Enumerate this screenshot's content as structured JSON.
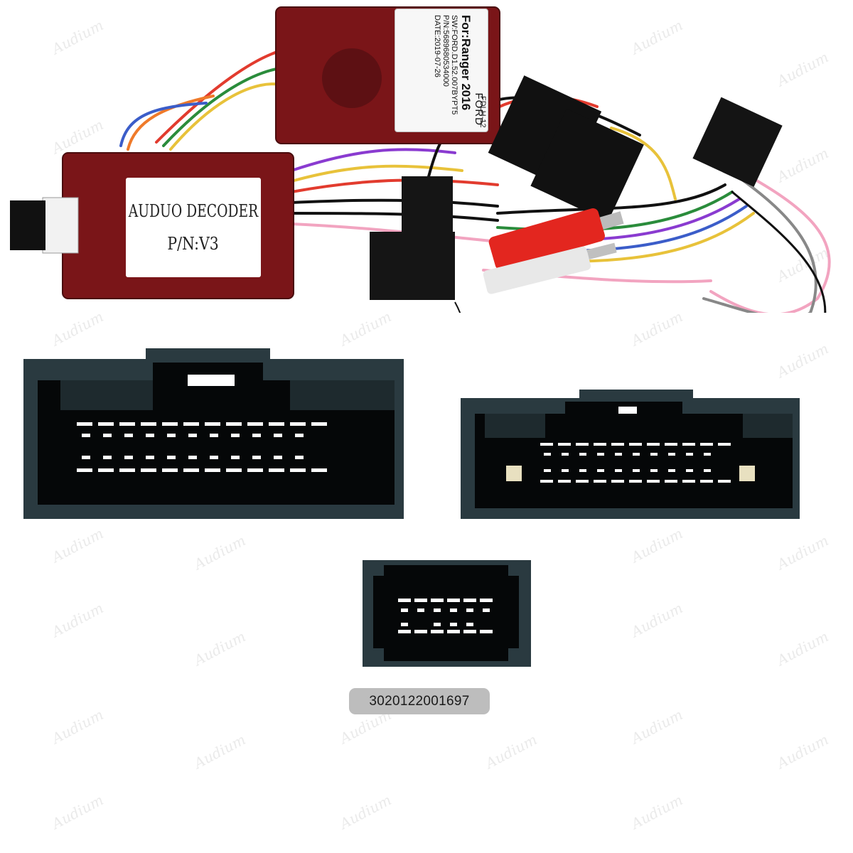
{
  "decoder_label": {
    "line1": "AUDUO DECODER",
    "line2": "P/N:V3"
  },
  "ford_label": {
    "brand": "FORD",
    "model": "For:Ranger 2016",
    "sw": "SW:FORD.D1.52.007BYPT5",
    "pn": "P/N:5689680534000",
    "date": "DATE:2019-07-26",
    "edge": "FDLH-12"
  },
  "sku": "3020122001697",
  "watermark_text": "Audium",
  "colors": {
    "decoder_box": "#7a1518",
    "connector": "#2a3a40",
    "pin": "#ffffff",
    "badge": "#bdbdbd"
  }
}
